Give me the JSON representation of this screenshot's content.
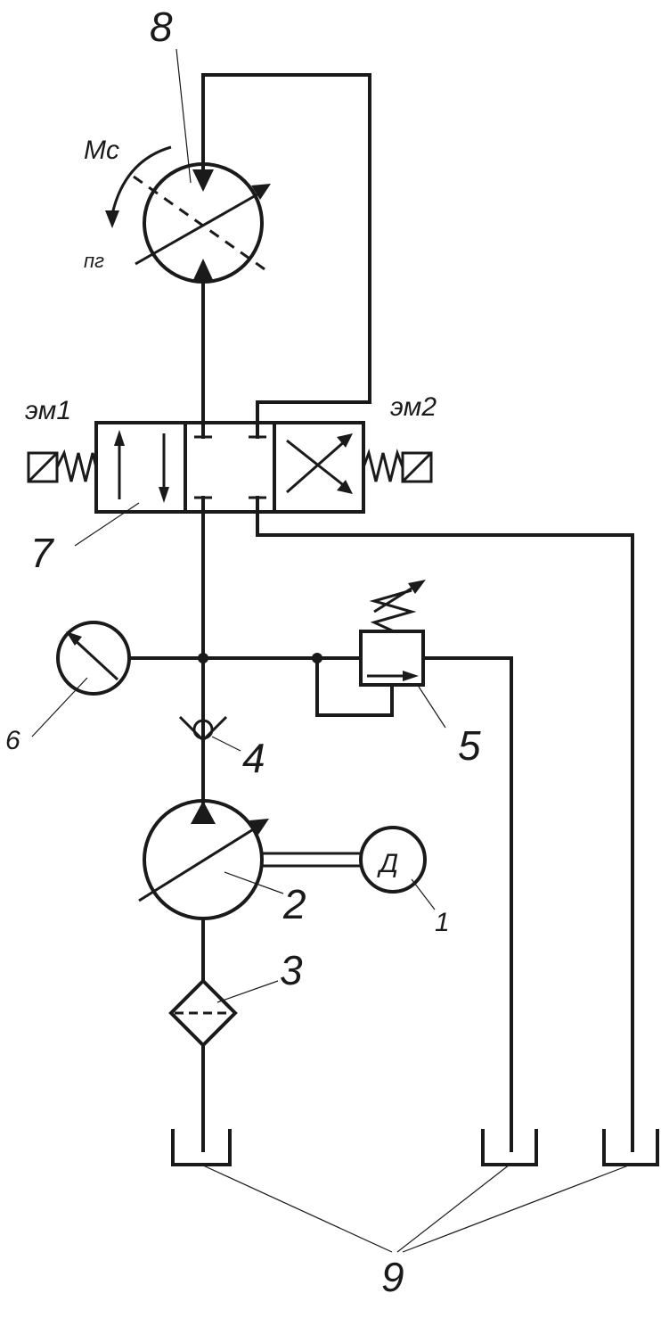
{
  "labels": {
    "n1": "1",
    "n2": "2",
    "n3": "3",
    "n4": "4",
    "n5": "5",
    "n6": "6",
    "n7": "7",
    "n8": "8",
    "n9": "9",
    "em1": "эм1",
    "em2": "эм2",
    "torque": "Мс",
    "speed": "пг",
    "motor_letter": "Д"
  }
}
